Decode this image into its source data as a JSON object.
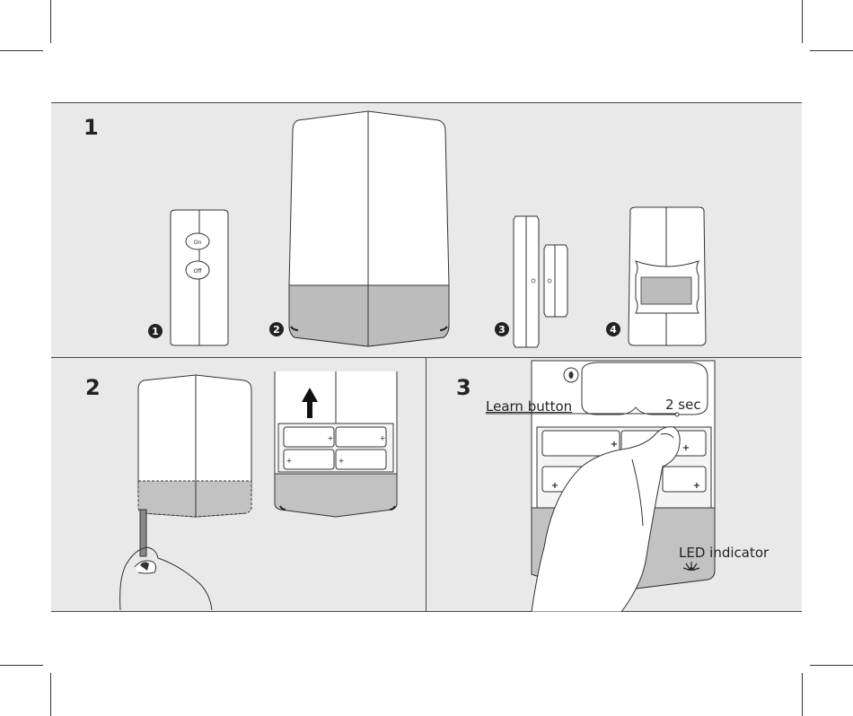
{
  "steps": {
    "step1": {
      "number": "1"
    },
    "step2": {
      "number": "2"
    },
    "step3": {
      "number": "3"
    }
  },
  "devices": {
    "d1": {
      "marker": "1",
      "buttons": [
        "On",
        "Off"
      ]
    },
    "d2": {
      "marker": "2"
    },
    "d3": {
      "marker": "3"
    },
    "d4": {
      "marker": "4"
    }
  },
  "battery": {
    "plus": "+",
    "minus": "−"
  },
  "callouts": {
    "learn_button": "Learn button",
    "duration": "2 sec",
    "led_indicator": "LED indicator"
  },
  "colors": {
    "panel_bg": "#e9e9e9",
    "device_white": "#ffffff",
    "device_gray": "#bdbdbd",
    "line": "#333333"
  }
}
